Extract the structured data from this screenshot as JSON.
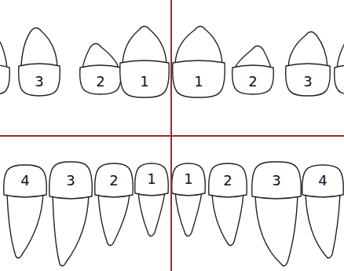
{
  "diagram": {
    "labels": [
      "3",
      "2",
      "1",
      "1",
      "2",
      "3",
      "4",
      "3",
      "2",
      "1",
      "1",
      "2",
      "3",
      "4"
    ]
  }
}
